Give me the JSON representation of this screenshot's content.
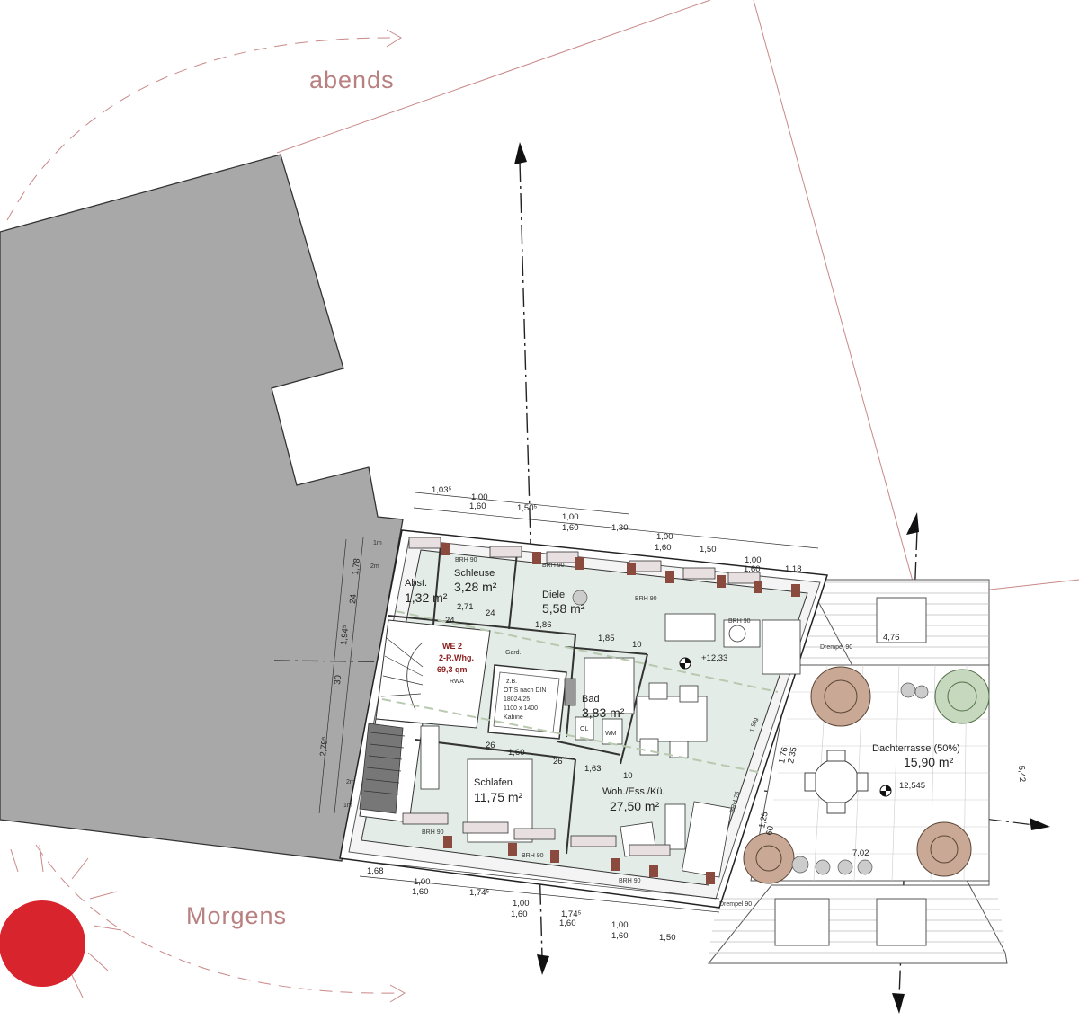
{
  "orientation": {
    "evening_label": "abends",
    "morning_label": "Morgens"
  },
  "unit": {
    "tag_line1": "WE 2",
    "tag_line2": "2-R.Whg.",
    "tag_line3": "69,3 qm"
  },
  "rooms": [
    {
      "name": "Abst.",
      "area": "1,32 m²"
    },
    {
      "name": "Schleuse",
      "area": "3,28 m²"
    },
    {
      "name": "Diele",
      "area": "5,58 m²"
    },
    {
      "name": "Bad",
      "area": "3,83 m²"
    },
    {
      "name": "Schlafen",
      "area": "11,75 m²"
    },
    {
      "name": "Woh./Ess./Kü.",
      "area": "27,50 m²"
    },
    {
      "name": "Dachterrasse (50%)",
      "area": "15,90 m²"
    }
  ],
  "elevator": {
    "line1": "z.B.",
    "line2": "OTIS nach DIN",
    "line3": "18024/25",
    "line4": "1100 x 1400",
    "line5": "Kabine"
  },
  "annotations": {
    "rwa": "RWA",
    "gard": "Gard.",
    "ol": "OL",
    "wm": "WM",
    "stg": "1 Stg",
    "level_inside": "+12,33",
    "level_terrace": "12,545",
    "brh": "BRH 90",
    "brh75": "BRH 75",
    "drempel": "Drempel 90"
  },
  "dimensions": {
    "top_row1": [
      "1,03⁵",
      "1,00",
      "1,50⁵",
      "1,00",
      "1,30"
    ],
    "top_row2": [
      "1,60",
      "1,60",
      "1,00",
      "1,60",
      "1,50",
      "1,00",
      "1,60",
      "1,18"
    ],
    "bottom_row1": [
      "1,68",
      "1,00",
      "1,74⁵",
      "1,00",
      "1,74⁵",
      "1,00",
      "1,50"
    ],
    "bottom_row2": [
      "1,60",
      "1,60",
      "1,60",
      "1,60"
    ],
    "left": [
      "1m",
      "2m",
      "1,78",
      "24",
      "1,94⁵",
      "30",
      "2,79⁵",
      "2m",
      "1m"
    ],
    "inner": [
      "2,71",
      "24",
      "1,86",
      "1,85",
      "10",
      "26",
      "1,60",
      "26",
      "1,63",
      "10",
      "24"
    ],
    "terrace": [
      "4,76",
      "7,02",
      "5,42",
      "1,76",
      "2,35",
      "1,25",
      "60"
    ]
  }
}
